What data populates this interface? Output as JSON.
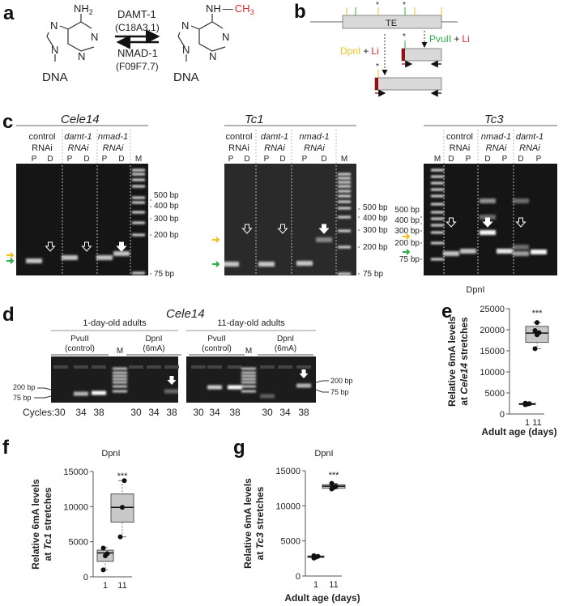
{
  "colors": {
    "pvuii_green": "#2fae4a",
    "dpni_yellow": "#f2c21b",
    "nmad_red": "#e0262b",
    "adapter_darkred": "#9b0f12",
    "methyl_red": "#e0262b",
    "box_fill": "#c8c8c8"
  },
  "panel_a": {
    "label": "a",
    "amine_left": "NH",
    "amine_left_sub": "2",
    "amine_right": "NH",
    "methyl": "CH",
    "methyl_sub": "3",
    "bond": "—",
    "ring_atom": "N",
    "dna": "DNA",
    "forward_enzyme": "DAMT-1",
    "forward_gene": "(C18A3.1)",
    "reverse_enzyme": "NMAD-1",
    "reverse_gene": "(F09F7.7)"
  },
  "panel_b": {
    "label": "b",
    "te": "TE",
    "star": "*",
    "dpni": "DpnI",
    "pvuii": "PvuII",
    "plus": "+",
    "li": "Li"
  },
  "panel_c": {
    "label": "c",
    "gels": [
      {
        "title": "Cele14",
        "groups": [
          {
            "line1": "control",
            "line2": "RNAi",
            "style": "normal"
          },
          {
            "line1": "damt-1",
            "line2": "RNAi",
            "style": "italic"
          },
          {
            "line1": "nmad-1",
            "line2": "RNAi",
            "style": "red"
          }
        ],
        "lanes": [
          "P",
          "D",
          "P",
          "D",
          "P",
          "D",
          "M"
        ],
        "bp": [
          "500 bp",
          "400 bp",
          "300 bp",
          "200 bp",
          "75 bp"
        ]
      },
      {
        "title": "Tc1",
        "groups": [
          {
            "line1": "control",
            "line2": "RNAi",
            "style": "normal"
          },
          {
            "line1": "damt-1",
            "line2": "RNAi",
            "style": "italic"
          },
          {
            "line1": "nmad-1",
            "line2": "RNAi",
            "style": "red"
          }
        ],
        "lanes": [
          "P",
          "D",
          "P",
          "D",
          "P",
          "D",
          "M"
        ],
        "bp": [
          "500 bp",
          "400 bp",
          "300 bp",
          "200 bp",
          "75 bp"
        ]
      },
      {
        "title": "Tc3",
        "groups": [
          {
            "line1": "control",
            "line2": "RNAi",
            "style": "normal"
          },
          {
            "line1": "nmad-1",
            "line2": "RNAi",
            "style": "red"
          },
          {
            "line1": "damt-1",
            "line2": "RNAi",
            "style": "italic"
          }
        ],
        "lanes": [
          "M",
          "D",
          "P",
          "D",
          "P",
          "D",
          "P"
        ],
        "bp": [
          "500 bp",
          "400 bp",
          "300 bp",
          "200 bp",
          "75 bp"
        ]
      }
    ]
  },
  "panel_d": {
    "label": "d",
    "title": "Cele14",
    "age_groups": [
      "1-day-old adults",
      "11-day-old adults"
    ],
    "pvuii": "PvuII",
    "pvuii_note": "(control)",
    "dpni": "DpnI",
    "dpni_note": "(6mA)",
    "marker": "M",
    "bp_left": [
      "200 bp",
      "75 bp"
    ],
    "bp_right": [
      "200 bp",
      "75 bp"
    ],
    "cycles_label": "Cycles:",
    "cycles": [
      "30",
      "34",
      "38",
      "30",
      "34",
      "38",
      "30",
      "34",
      "38",
      "30",
      "34",
      "38"
    ]
  },
  "chart_data": [
    {
      "panel": "e",
      "type": "box",
      "title": "DpnI",
      "xlabel": "Adult age (days)",
      "ylabel_line1": "Relative 6mA levels",
      "ylabel_prefix": "at ",
      "ylabel_italic": "Cele14",
      "ylabel_suffix": " stretches",
      "categories": [
        "1",
        "11"
      ],
      "ylim": [
        0,
        25000
      ],
      "yticks": [
        "0",
        "5000",
        "10000",
        "15000",
        "20000",
        "25000"
      ],
      "significance": "***",
      "boxes": [
        {
          "category": "1",
          "q1": 2300,
          "median": 2400,
          "q3": 2500,
          "min": 2200,
          "max": 2600,
          "points": [
            2200,
            2350,
            2450,
            2550
          ]
        },
        {
          "category": "11",
          "q1": 17000,
          "median": 19200,
          "q3": 20800,
          "min": 15500,
          "max": 21700,
          "points": [
            15500,
            18800,
            19300,
            19800,
            21700
          ]
        }
      ]
    },
    {
      "panel": "f",
      "type": "box",
      "title": "DpnI",
      "xlabel": "",
      "ylabel_line1": "Relative 6mA levels",
      "ylabel_prefix": "at ",
      "ylabel_italic": "Tc1",
      "ylabel_suffix": " stretches",
      "categories": [
        "1",
        "11"
      ],
      "ylim": [
        0,
        15000
      ],
      "yticks": [
        "0",
        "5000",
        "10000",
        "15000"
      ],
      "significance": "***",
      "boxes": [
        {
          "category": "1",
          "q1": 2200,
          "median": 3400,
          "q3": 3800,
          "min": 1000,
          "max": 4200,
          "points": [
            1000,
            3000,
            3300,
            4100
          ]
        },
        {
          "category": "11",
          "q1": 7800,
          "median": 9900,
          "q3": 11800,
          "min": 5700,
          "max": 13700,
          "points": [
            5700,
            9900,
            13700
          ]
        }
      ]
    },
    {
      "panel": "g",
      "type": "box",
      "title": "DpnI",
      "xlabel": "Adult age (days)",
      "ylabel_line1": "Relative 6mA levels",
      "ylabel_prefix": "at ",
      "ylabel_italic": "Tc3",
      "ylabel_suffix": " stretches",
      "categories": [
        "1",
        "11"
      ],
      "ylim": [
        0,
        15000
      ],
      "yticks": [
        "0",
        "5000",
        "10000",
        "15000"
      ],
      "significance": "***",
      "boxes": [
        {
          "category": "1",
          "q1": 2650,
          "median": 2750,
          "q3": 2850,
          "min": 2550,
          "max": 2950,
          "points": [
            2550,
            2700,
            2800,
            2900
          ]
        },
        {
          "category": "11",
          "q1": 12500,
          "median": 12800,
          "q3": 13000,
          "min": 12400,
          "max": 13200,
          "points": [
            12400,
            12600,
            12800,
            13200
          ]
        }
      ]
    }
  ],
  "chart_panel_labels": [
    "e",
    "f",
    "g"
  ]
}
